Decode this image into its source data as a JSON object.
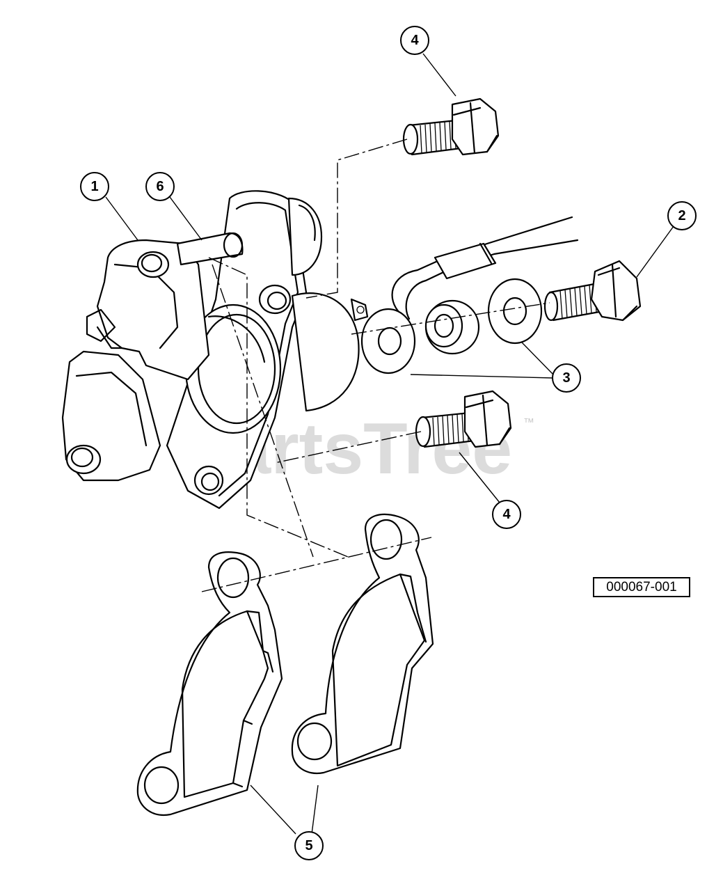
{
  "diagram": {
    "watermark": "PartsTree",
    "trademark": "™",
    "reference_code": "000067-001",
    "callouts": [
      {
        "id": "callout-1",
        "label": "1"
      },
      {
        "id": "callout-6",
        "label": "6"
      },
      {
        "id": "callout-4-top",
        "label": "4"
      },
      {
        "id": "callout-2",
        "label": "2"
      },
      {
        "id": "callout-3",
        "label": "3"
      },
      {
        "id": "callout-4-bottom",
        "label": "4"
      },
      {
        "id": "callout-5",
        "label": "5"
      }
    ]
  }
}
